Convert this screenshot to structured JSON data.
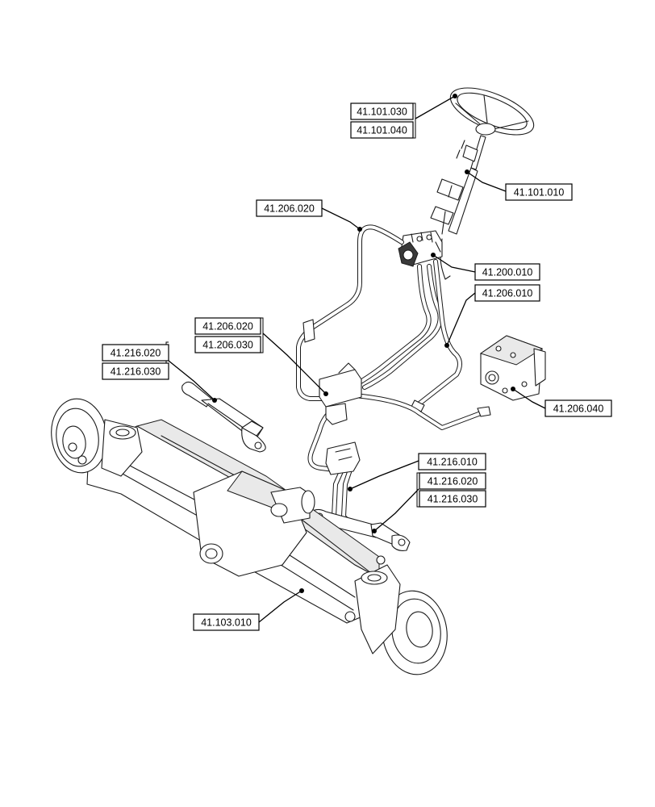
{
  "callouts": {
    "c1": "41.101.030",
    "c2": "41.101.040",
    "c3": "41.101.010",
    "c4": "41.206.020",
    "c5": "41.200.010",
    "c6": "41.206.010",
    "c7": "41.206.020",
    "c8": "41.206.030",
    "c9": "41.216.020",
    "c10": "41.216.030",
    "c11": "41.206.040",
    "c12": "41.216.010",
    "c13": "41.216.020",
    "c14": "41.216.030",
    "c15": "41.103.010"
  },
  "parts": {
    "steering_wheel": "steering-wheel",
    "steering_column": "steering-column",
    "steering_unit": "steering-unit",
    "hydraulic_pump": "hydraulic-pump",
    "steering_cylinder_left": "steering-cylinder",
    "steering_cylinder_right": "steering-cylinder",
    "front_axle": "front-axle",
    "hoses": "hydraulic-hoses"
  }
}
